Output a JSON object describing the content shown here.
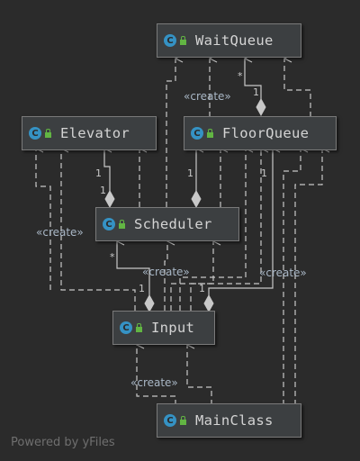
{
  "classes": {
    "waitqueue": "WaitQueue",
    "elevator": "Elevator",
    "floorqueue": "FloorQueue",
    "scheduler": "Scheduler",
    "input": "Input",
    "mainclass": "MainClass"
  },
  "class_icon_letter": "C",
  "labels": {
    "create": "«create»",
    "star": "*",
    "one": "1"
  },
  "footer": "Powered by yFiles",
  "colors": {
    "background": "#2b2b2b",
    "node_fill": "#3c3f41",
    "edge": "#c8c8c8",
    "class_icon": "#3592c4",
    "lock_icon": "#62b543"
  }
}
